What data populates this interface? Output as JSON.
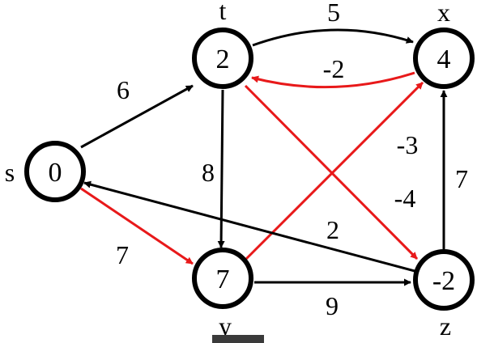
{
  "colors": {
    "black_edge": "#000000",
    "red_edge": "#e8191a",
    "bar": "#3a3a3a"
  },
  "nodes": {
    "s": {
      "name": "s",
      "value": "0"
    },
    "t": {
      "name": "t",
      "value": "2"
    },
    "x": {
      "name": "x",
      "value": "4"
    },
    "y": {
      "name": "y",
      "value": "7"
    },
    "z": {
      "name": "z",
      "value": "-2"
    }
  },
  "edges": {
    "s_t": {
      "from": "s",
      "to": "t",
      "weight": "6",
      "color": "black"
    },
    "s_y": {
      "from": "s",
      "to": "y",
      "weight": "7",
      "color": "red"
    },
    "t_x": {
      "from": "t",
      "to": "x",
      "weight": "5",
      "color": "black"
    },
    "x_t": {
      "from": "x",
      "to": "t",
      "weight": "-2",
      "color": "red"
    },
    "t_y": {
      "from": "t",
      "to": "y",
      "weight": "8",
      "color": "black"
    },
    "t_z": {
      "from": "t",
      "to": "z",
      "weight": "-4",
      "color": "red"
    },
    "y_x": {
      "from": "y",
      "to": "x",
      "weight": "-3",
      "color": "red"
    },
    "y_z": {
      "from": "y",
      "to": "z",
      "weight": "9",
      "color": "black"
    },
    "z_x": {
      "from": "z",
      "to": "x",
      "weight": "7",
      "color": "black"
    },
    "z_s": {
      "from": "z",
      "to": "s",
      "weight": "2",
      "color": "black"
    }
  }
}
